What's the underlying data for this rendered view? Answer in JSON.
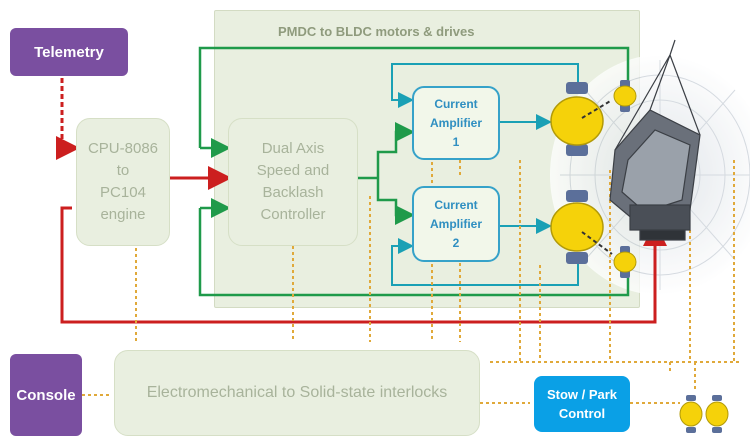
{
  "telemetry": "Telemetry",
  "console": "Console",
  "cpu": "CPU-8086\nto\nPC104\nengine",
  "controller": "Dual Axis\nSpeed and\nBacklash\nController",
  "amp1": "Current\nAmplifier\n1",
  "amp2": "Current\nAmplifier\n2",
  "region_title": "PMDC to BLDC motors & drives",
  "interlocks": "Electromechanical to Solid-state interlocks",
  "stow": "Stow / Park\nControl",
  "colors": {
    "region": "#e9efe0",
    "red_line": "#cc1f1f",
    "green_line": "#1f9a4a",
    "teal_line": "#1aa0b5",
    "dotted": "#e0a93a",
    "motor": "#f5d20a",
    "purple": "#7a4fa0",
    "stow": "#0aa0e6"
  },
  "icons": [
    "motor-icon",
    "antenna-dish-icon",
    "stow-motor-icon"
  ]
}
